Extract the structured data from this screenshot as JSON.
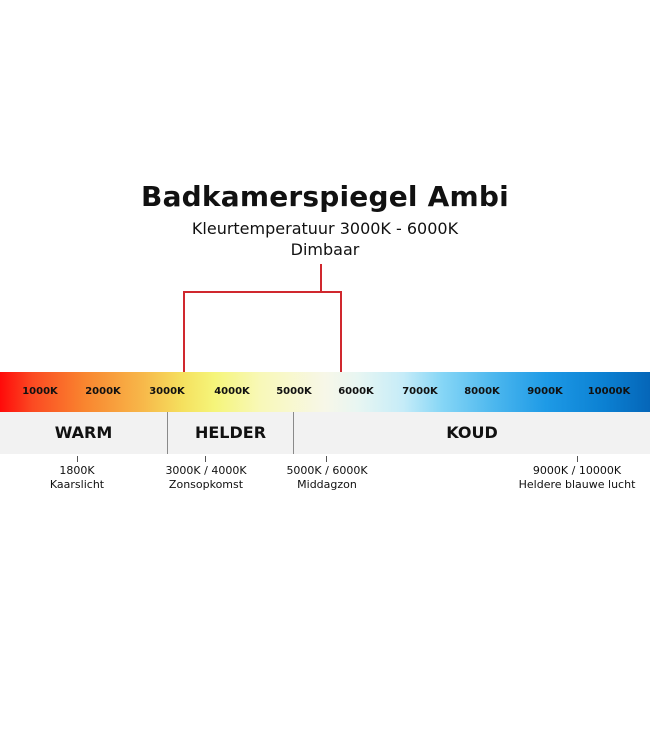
{
  "header": {
    "title": "Badkamerspiegel Ambi",
    "subtitle_line1": "Kleurtemperatuur 3000K - 6000K",
    "subtitle_line2": "Dimbaar"
  },
  "colors": {
    "bracket": "#d0282e",
    "zone_background": "#f2f2f2",
    "gradient_start": "#ff0a0a",
    "gradient_mid": "#f7f7e8",
    "gradient_end": "#0566b8"
  },
  "spectrum": {
    "ticks": [
      "1000K",
      "2000K",
      "3000K",
      "4000K",
      "5000K",
      "6000K",
      "7000K",
      "8000K",
      "9000K",
      "10000K"
    ],
    "highlight_range": [
      "3000K",
      "6000K"
    ]
  },
  "zones": [
    {
      "label": "WARM"
    },
    {
      "label": "HELDER"
    },
    {
      "label": "KOUD"
    }
  ],
  "annotations": [
    {
      "value": "1800K",
      "description": "Kaarslicht"
    },
    {
      "value": "3000K / 4000K",
      "description": "Zonsopkomst"
    },
    {
      "value": "5000K / 6000K",
      "description": "Middagzon"
    },
    {
      "value": "9000K / 10000K",
      "description": "Heldere blauwe lucht"
    }
  ]
}
